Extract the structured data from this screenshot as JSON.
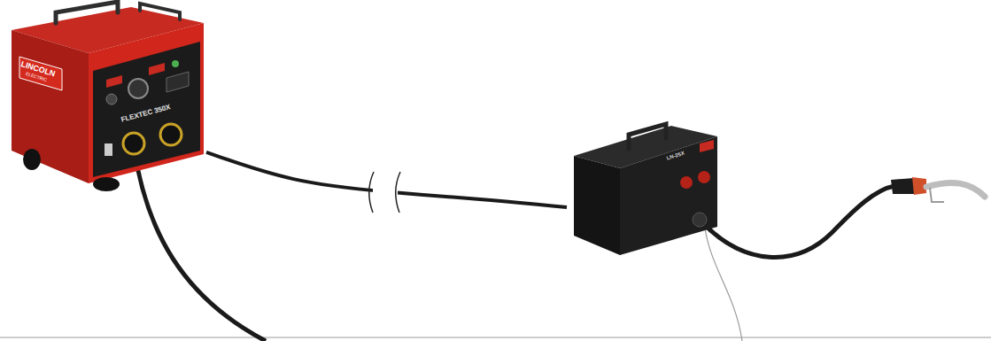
{
  "diagram": {
    "nodes": [
      {
        "text": [
          "LINCOLN",
          "ELECTRIC",
          "FLEXTEC 350X"
        ]
      },
      {
        "text": [
          "LN-25X"
        ]
      }
    ],
    "edges": [
      {
        "from": 0,
        "to": 1,
        "arrow": "none"
      }
    ]
  }
}
